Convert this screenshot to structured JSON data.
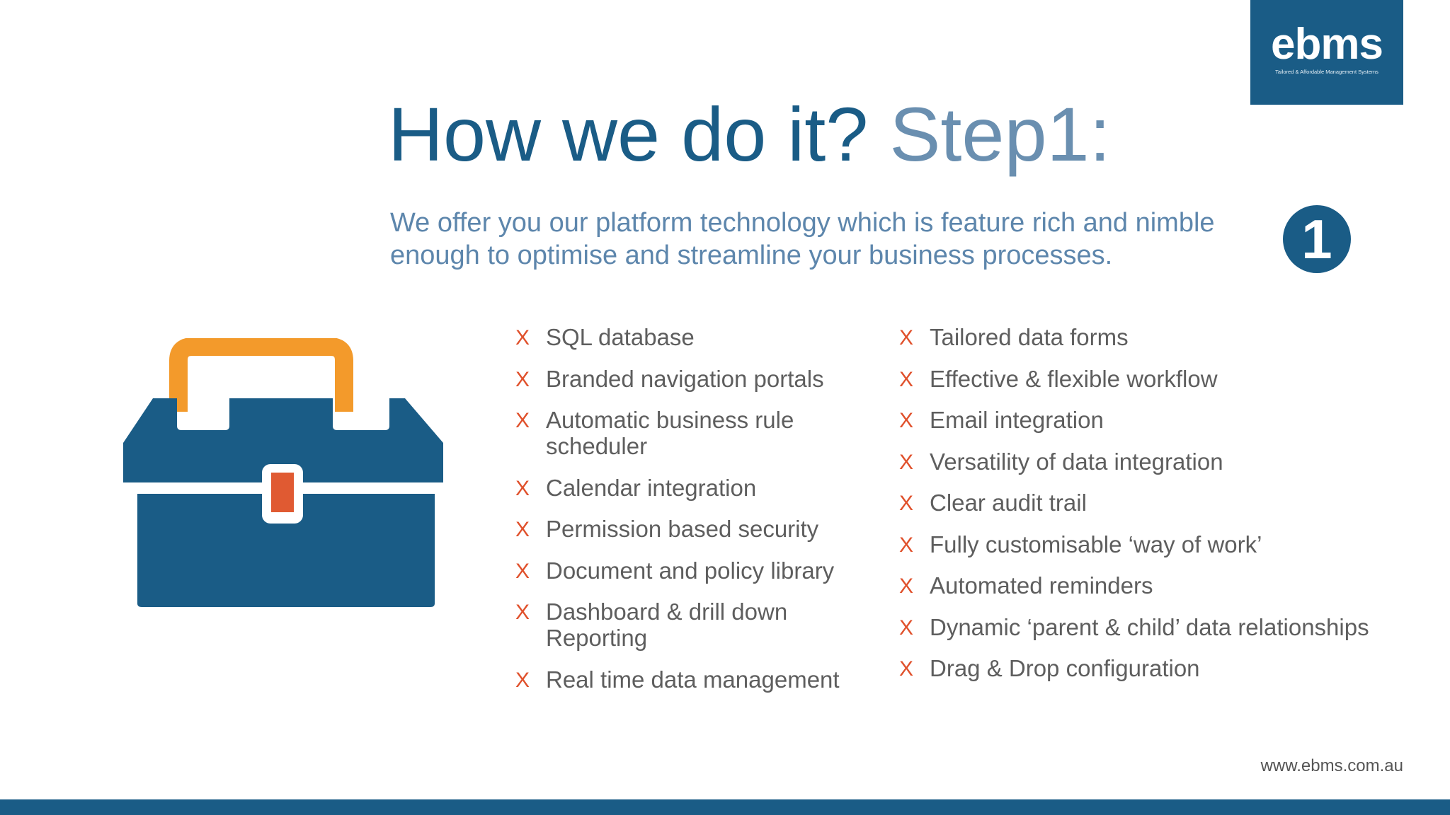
{
  "logo": {
    "text": "ebms",
    "tagline": "Tailored & Affordable Management Systems"
  },
  "title": {
    "main": "How we do it?",
    "step": "Step1:"
  },
  "subtitle": "We offer you our platform technology which is feature rich and nimble enough to optimise and streamline your business processes.",
  "step_badge": "1",
  "bullet_marker": "X",
  "features_left": [
    "SQL database",
    "Branded navigation portals",
    "Automatic business rule scheduler",
    "Calendar integration",
    "Permission based security",
    "Document and policy library",
    "Dashboard & drill down Reporting",
    "Real time data management"
  ],
  "features_right": [
    "Tailored data forms",
    "Effective & flexible workflow",
    "Email integration",
    "Versatility of data integration",
    "Clear audit trail",
    "Fully customisable ‘way of work’",
    "Automated reminders",
    "Dynamic ‘parent & child’ data relationships",
    "Drag & Drop configuration"
  ],
  "url": "www.ebms.com.au",
  "icons": {
    "toolbox": "toolbox-icon",
    "badge": "step-number-badge"
  },
  "colors": {
    "brand_blue": "#1a5c86",
    "title_step": "#6a8fb0",
    "subtitle": "#5d86ac",
    "bullet_marker": "#e0512c",
    "toolbox_handle": "#f39a2b",
    "toolbox_latch": "#e05a32"
  }
}
